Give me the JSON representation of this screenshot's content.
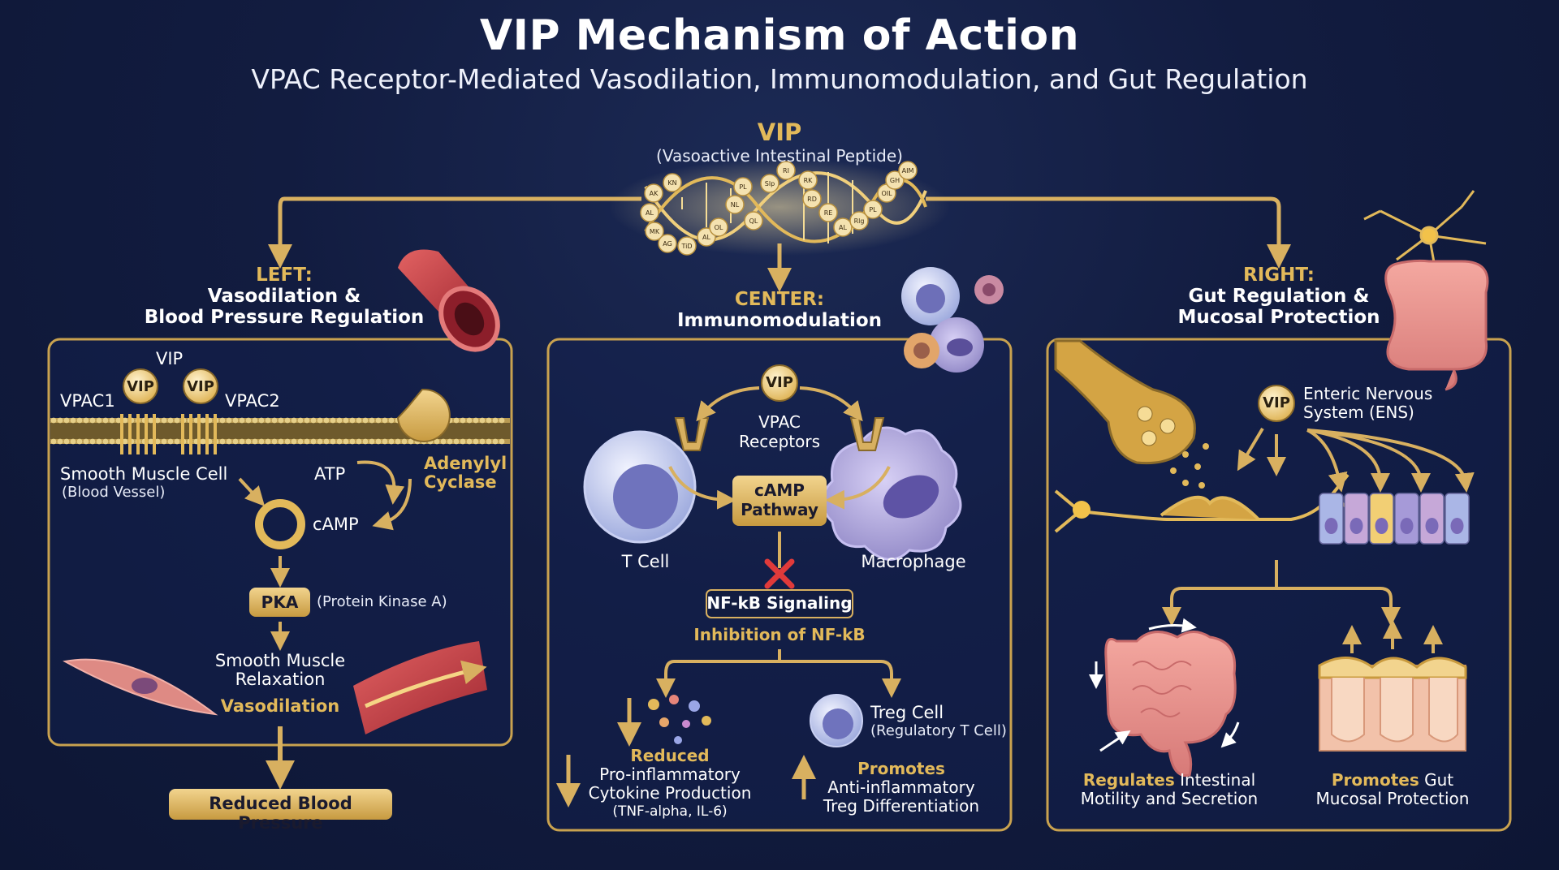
{
  "header": {
    "title": "VIP Mechanism of Action",
    "subtitle": "VPAC Receptor-Mediated Vasodilation, Immunomodulation, and Gut Regulation"
  },
  "vip": {
    "name": "VIP",
    "full": "(Vasoactive Intestinal Peptide)",
    "residues": [
      "AK",
      "KN",
      "AL",
      "MK",
      "AG",
      "TiD",
      "AL",
      "OL",
      "PL",
      "NL",
      "QL",
      "Slp",
      "RI",
      "RK",
      "RD",
      "RE",
      "AL",
      "Rlg",
      "PL",
      "OIL",
      "GH",
      "AIM"
    ]
  },
  "left": {
    "heading": "LEFT:",
    "title_line1": "Vasodilation &",
    "title_line2": "Blood Pressure Regulation",
    "vip_label": "VIP",
    "receptor1": "VPAC1",
    "receptor2": "VPAC2",
    "vip_ball": "VIP",
    "cell_label": "Smooth Muscle Cell",
    "cell_sub": "(Blood Vessel)",
    "atp": "ATP",
    "camp": "cAMP",
    "enzyme_line1": "Adenylyl",
    "enzyme_line2": "Cyclase",
    "pka": "PKA",
    "pka_full": "(Protein Kinase A)",
    "relax_line1": "Smooth Muscle",
    "relax_line2": "Relaxation",
    "vasodilation": "Vasodilation",
    "outcome": "Reduced Blood Pressure"
  },
  "center": {
    "heading": "CENTER:",
    "title": "Immunomodulation",
    "vip_ball": "VIP",
    "receptors_line1": "VPAC",
    "receptors_line2": "Receptors",
    "tcell": "T Cell",
    "macrophage": "Macrophage",
    "pathway_line1": "cAMP",
    "pathway_line2": "Pathway",
    "nfkb": "NF-kB Signaling",
    "inhibition": "Inhibition of NF-kB",
    "reduced": "Reduced",
    "cyto_line1": "Pro-inflammatory",
    "cyto_line2": "Cytokine Production",
    "cyto_sub": "(TNF-alpha, IL-6)",
    "treg": "Treg Cell",
    "treg_sub": "(Regulatory T Cell)",
    "promotes": "Promotes",
    "anti_line1": "Anti-inflammatory",
    "anti_line2": "Treg Differentiation"
  },
  "right": {
    "heading": "RIGHT:",
    "title_line1": "Gut Regulation &",
    "title_line2": "Mucosal Protection",
    "vip_ball": "VIP",
    "ens_line1": "Enteric Nervous",
    "ens_line2": "System (ENS)",
    "motility_gold": "Regulates",
    "motility_rest": " Intestinal",
    "motility_line2": "Motility and Secretion",
    "mucosa_gold": "Promotes",
    "mucosa_rest": " Gut",
    "mucosa_line2": "Mucosal Protection"
  },
  "colors": {
    "gold": "#e2b95a",
    "navy": "#121c40",
    "panel_border": "#c9a24f"
  }
}
